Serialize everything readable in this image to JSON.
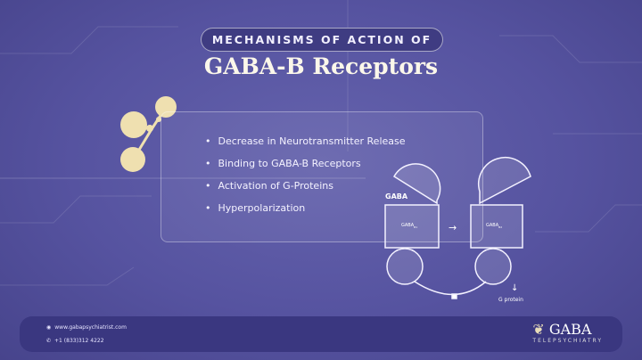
{
  "header": {
    "subtitle": "MECHANISMS OF ACTION OF",
    "title": "GABA-B Receptors"
  },
  "mechanisms": [
    "Decrease in Neurotransmitter Release",
    "Binding to GABA-B Receptors",
    "Activation of G-Proteins",
    "Hyperpolarization"
  ],
  "diagram": {
    "ligand_label": "GABA",
    "receptor_1": "GABA",
    "receptor_1_sub": "B1",
    "receptor_2": "GABA",
    "receptor_2_sub": "B2",
    "arrow": "→",
    "gprotein_label": "G protein",
    "down_arrow": "↓"
  },
  "footer": {
    "website": "www.gabapsychiatrist.com",
    "phone": "+1 (833)312 4222",
    "brand": "GABA",
    "brand_sub": "TELEPSYCHIATRY"
  },
  "colors": {
    "background": "#5653a0",
    "pill": "#3f3c82",
    "footer": "#3a3780",
    "molecule": "#efe0b0"
  }
}
